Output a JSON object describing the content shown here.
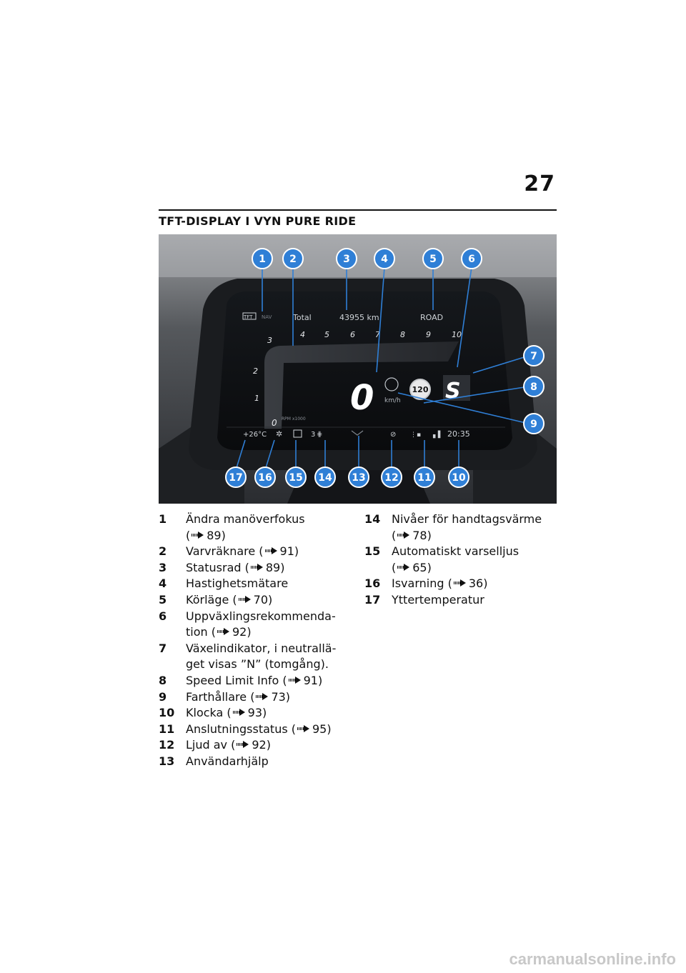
{
  "page": {
    "number": "27",
    "title": "TFT-DISPLAY I VYN PURE RIDE"
  },
  "display": {
    "odometer_label": "Total",
    "odometer_value": "43955 km",
    "ride_mode": "ROAD",
    "speed": "0",
    "speed_unit": "km/h",
    "speed_limit": "120",
    "gear": "S",
    "temperature": "+26°C",
    "clock": "20:35",
    "heating_level": "3",
    "tft_label": "TFT",
    "nav_label": "NAV",
    "rpm_label": "RPM x1000",
    "rpm_ticks": [
      "0",
      "1",
      "2",
      "3",
      "4",
      "5",
      "6",
      "7",
      "8",
      "9",
      "10"
    ]
  },
  "callouts": [
    "1",
    "2",
    "3",
    "4",
    "5",
    "6",
    "7",
    "8",
    "9",
    "10",
    "11",
    "12",
    "13",
    "14",
    "15",
    "16",
    "17"
  ],
  "legend_left": [
    {
      "num": "1",
      "text": "Ändra manöverfokus",
      "ref": "89)"
    },
    {
      "num": "2",
      "text": "Varvräknare (",
      "ref": "91)"
    },
    {
      "num": "3",
      "text": "Statusrad (",
      "ref": "89)"
    },
    {
      "num": "4",
      "text": "Hastighetsmätare",
      "ref": ""
    },
    {
      "num": "5",
      "text": "Körläge (",
      "ref": "70)"
    },
    {
      "num": "6",
      "text": "Uppväxlingsrekommenda-tion (",
      "ref": "92)"
    },
    {
      "num": "7",
      "text": "Växelindikator, i neutrallä-get visas ”N” (tomgång).",
      "ref": ""
    },
    {
      "num": "8",
      "text": "Speed Limit Info (",
      "ref": "91)"
    },
    {
      "num": "9",
      "text": "Farthållare (",
      "ref": "73)"
    },
    {
      "num": "10",
      "text": "Klocka (",
      "ref": "93)"
    },
    {
      "num": "11",
      "text": "Anslutningsstatus (",
      "ref": "95)"
    },
    {
      "num": "12",
      "text": "Ljud av (",
      "ref": "92)"
    },
    {
      "num": "13",
      "text": "Användarhjälp",
      "ref": ""
    }
  ],
  "legend_right": [
    {
      "num": "14",
      "text": "Nivåer för handtagsvärme",
      "ref": "78)"
    },
    {
      "num": "15",
      "text": "Automatiskt varselljus",
      "ref": "65)"
    },
    {
      "num": "16",
      "text": "Isvarning (",
      "ref": "36)"
    },
    {
      "num": "17",
      "text": "Yttertemperatur",
      "ref": ""
    }
  ],
  "watermark": "carmanualsonline.info",
  "colors": {
    "callout": "#2f7fd6",
    "display_bg": "#0d0f12",
    "figure_bg": "#2b2d31"
  }
}
